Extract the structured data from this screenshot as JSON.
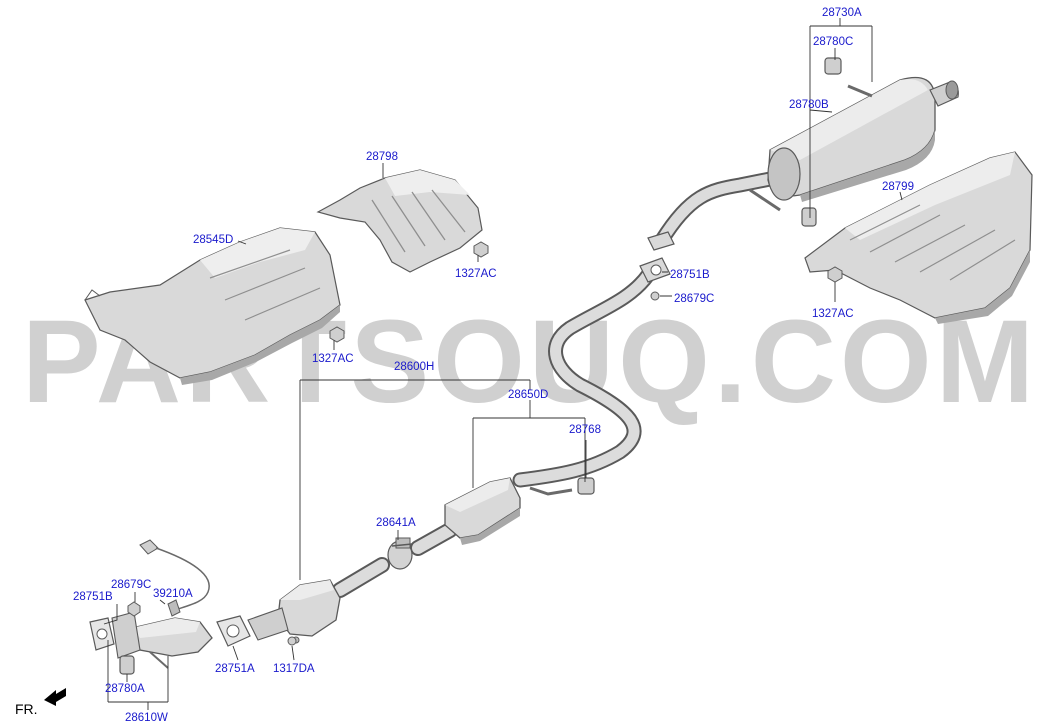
{
  "colors": {
    "label_text": "#1a1acc",
    "leader": "#333333",
    "part_fill": "#d9d9d9",
    "part_shade": "#a8a8a8",
    "part_stroke": "#5a5a5a",
    "watermark": "#c8c8c8"
  },
  "watermark": "PARTSOUQ.COM",
  "orientation_label": "FR.",
  "labels": {
    "l_28730A": "28730A",
    "l_28780C": "28780C",
    "l_28780B_top": "28780B",
    "l_28799": "28799",
    "l_28798": "28798",
    "l_28545D": "28545D",
    "l_1327AC_a": "1327AC",
    "l_1327AC_b": "1327AC",
    "l_1327AC_c": "1327AC",
    "l_28751B_top": "28751B",
    "l_28679C_top": "28679C",
    "l_28600H": "28600H",
    "l_28650D": "28650D",
    "l_28768": "28768",
    "l_28641A": "28641A",
    "l_28679C_low": "28679C",
    "l_28751B_low": "28751B",
    "l_39210A": "39210A",
    "l_28751A": "28751A",
    "l_1317DA": "1317DA",
    "l_28780A": "28780A",
    "l_28610W": "28610W"
  }
}
